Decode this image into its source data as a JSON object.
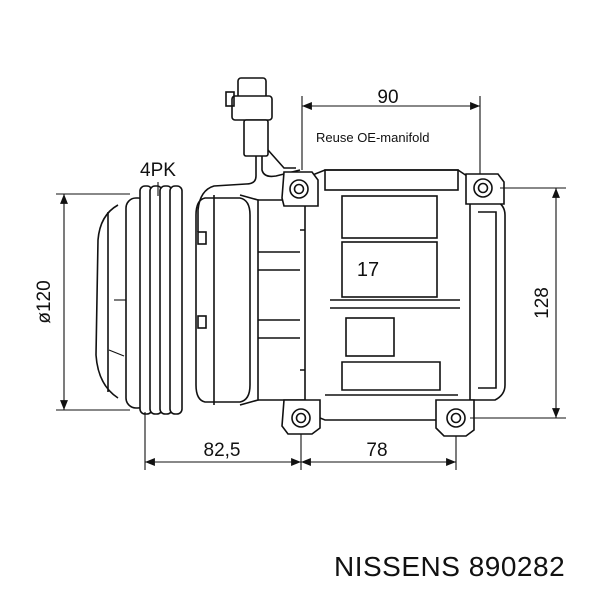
{
  "drawing": {
    "dimensions": {
      "top_width": "90",
      "pulley_diameter": "ø120",
      "height": "128",
      "left_bottom": "82,5",
      "right_bottom": "78"
    },
    "belt_label": "4PK",
    "note": "Reuse OE-manifold",
    "port_number": "17"
  },
  "caption": {
    "brand": "NISSENS",
    "part_number": "890282"
  }
}
